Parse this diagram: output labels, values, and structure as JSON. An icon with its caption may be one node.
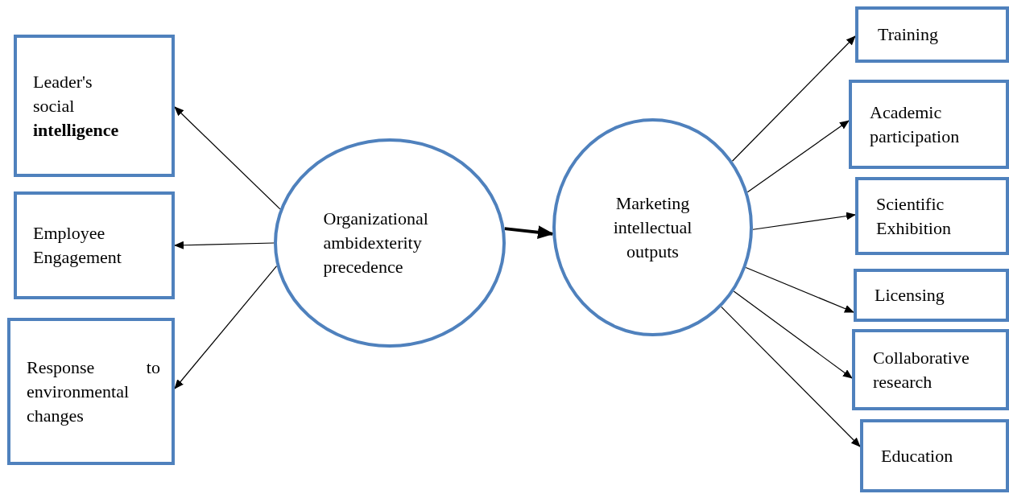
{
  "diagram": {
    "nodes": [
      {
        "text": [
          "Leader's social **intelligence**"
        ]
      },
      {
        "text": [
          "Employee Engagement"
        ]
      },
      {
        "text": [
          "Response to environmental changes"
        ]
      },
      {
        "text": [
          "Organizational ambidexterity precedence"
        ]
      },
      {
        "text": [
          "Marketing intellectual outputs"
        ]
      },
      {
        "text": [
          "Training"
        ]
      },
      {
        "text": [
          "Academic participation"
        ]
      },
      {
        "text": [
          "Scientific Exhibition"
        ]
      },
      {
        "text": [
          "Licensing"
        ]
      },
      {
        "text": [
          "Collaborative research"
        ]
      },
      {
        "text": [
          "Education"
        ]
      }
    ],
    "edges": [
      {
        "from": 3,
        "to": 0,
        "arrow": "to"
      },
      {
        "from": 3,
        "to": 1,
        "arrow": "to"
      },
      {
        "from": 3,
        "to": 2,
        "arrow": "to"
      },
      {
        "from": 3,
        "to": 4,
        "arrow": "to",
        "style": "thick"
      },
      {
        "from": 4,
        "to": 5,
        "arrow": "to"
      },
      {
        "from": 4,
        "to": 6,
        "arrow": "to"
      },
      {
        "from": 4,
        "to": 7,
        "arrow": "to"
      },
      {
        "from": 4,
        "to": 8,
        "arrow": "to"
      },
      {
        "from": 4,
        "to": 9,
        "arrow": "to"
      },
      {
        "from": 4,
        "to": 10,
        "arrow": "to"
      }
    ]
  }
}
